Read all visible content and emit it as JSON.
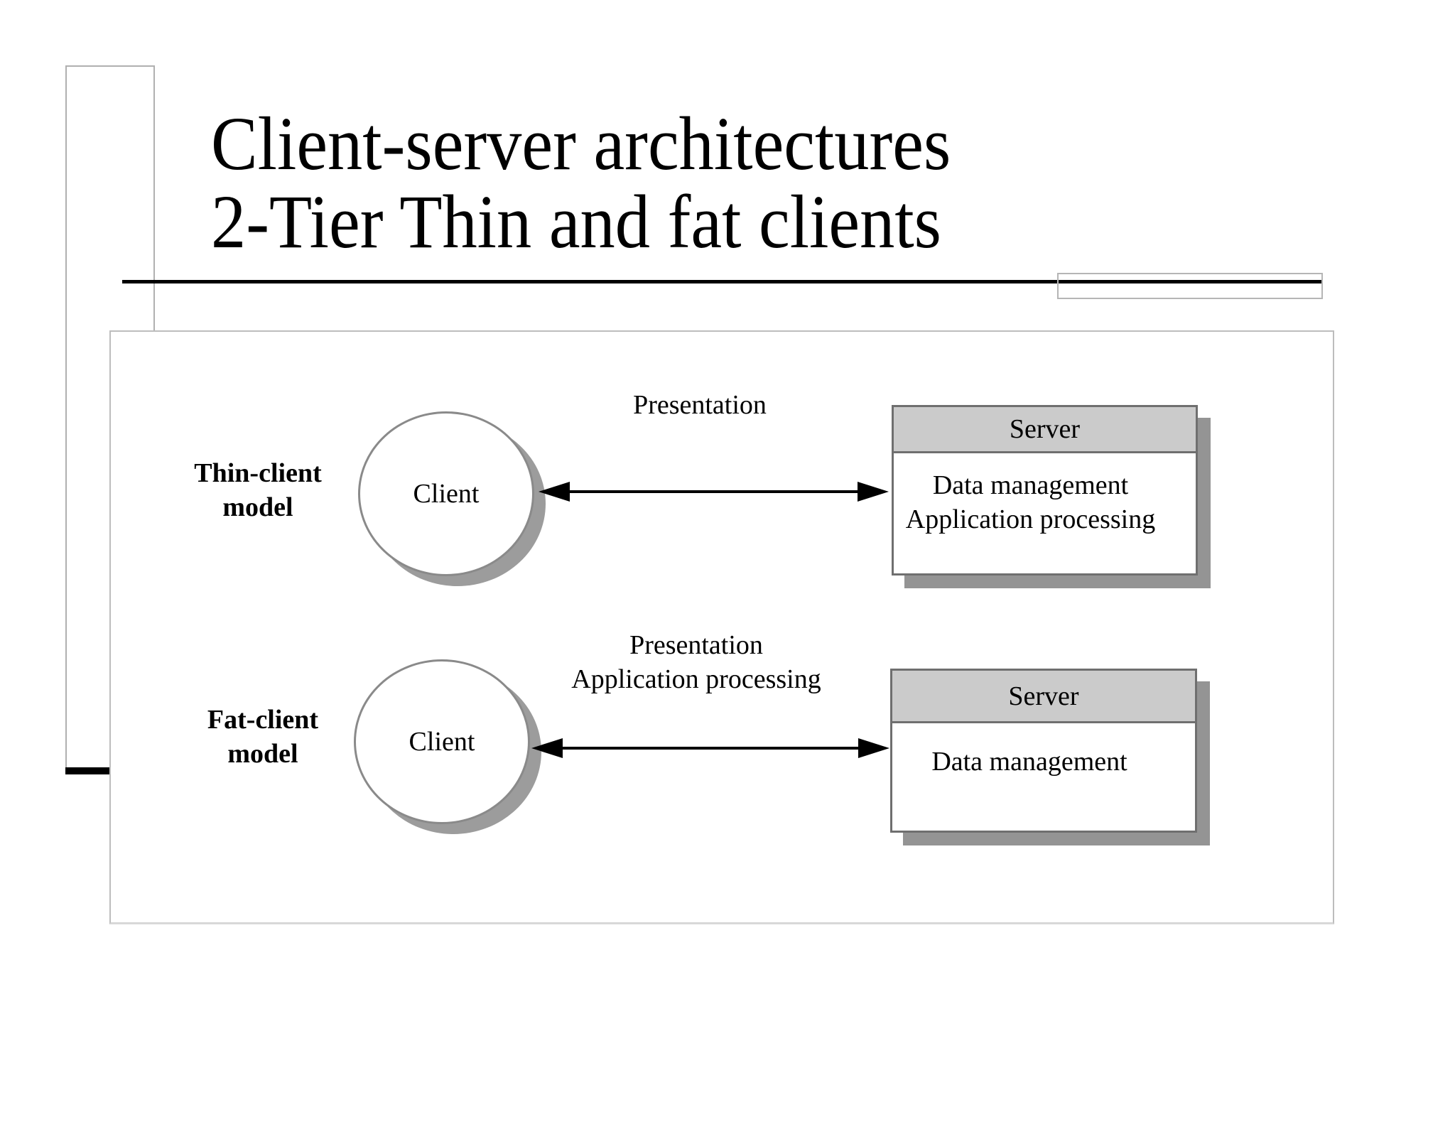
{
  "slide": {
    "title_line1": "Client-server architectures",
    "title_line2": "2-Tier Thin and fat clients"
  },
  "diagram": {
    "rows": [
      {
        "model_label_line1": "Thin-client",
        "model_label_line2": "model",
        "client_label": "Client",
        "link_label_line1": "Presentation",
        "server": {
          "title": "Server",
          "items": [
            "Data management",
            "Application processing"
          ]
        }
      },
      {
        "model_label_line1": "Fat-client",
        "model_label_line2": "model",
        "client_label": "Client",
        "link_label_line1": "Presentation",
        "link_label_line2": "Application processing",
        "server": {
          "title": "Server",
          "items": [
            "Data management"
          ]
        }
      }
    ]
  },
  "colors": {
    "server_header_fill": "#cbcbcb",
    "server_border": "#6f6f6f",
    "box_shadow": "#949494",
    "circle_border": "#8a8a8a",
    "circle_shadow": "#9c9c9c",
    "frame_border": "#bdbdbd",
    "template_line": "#b0b0b0",
    "accent": "#000000"
  }
}
